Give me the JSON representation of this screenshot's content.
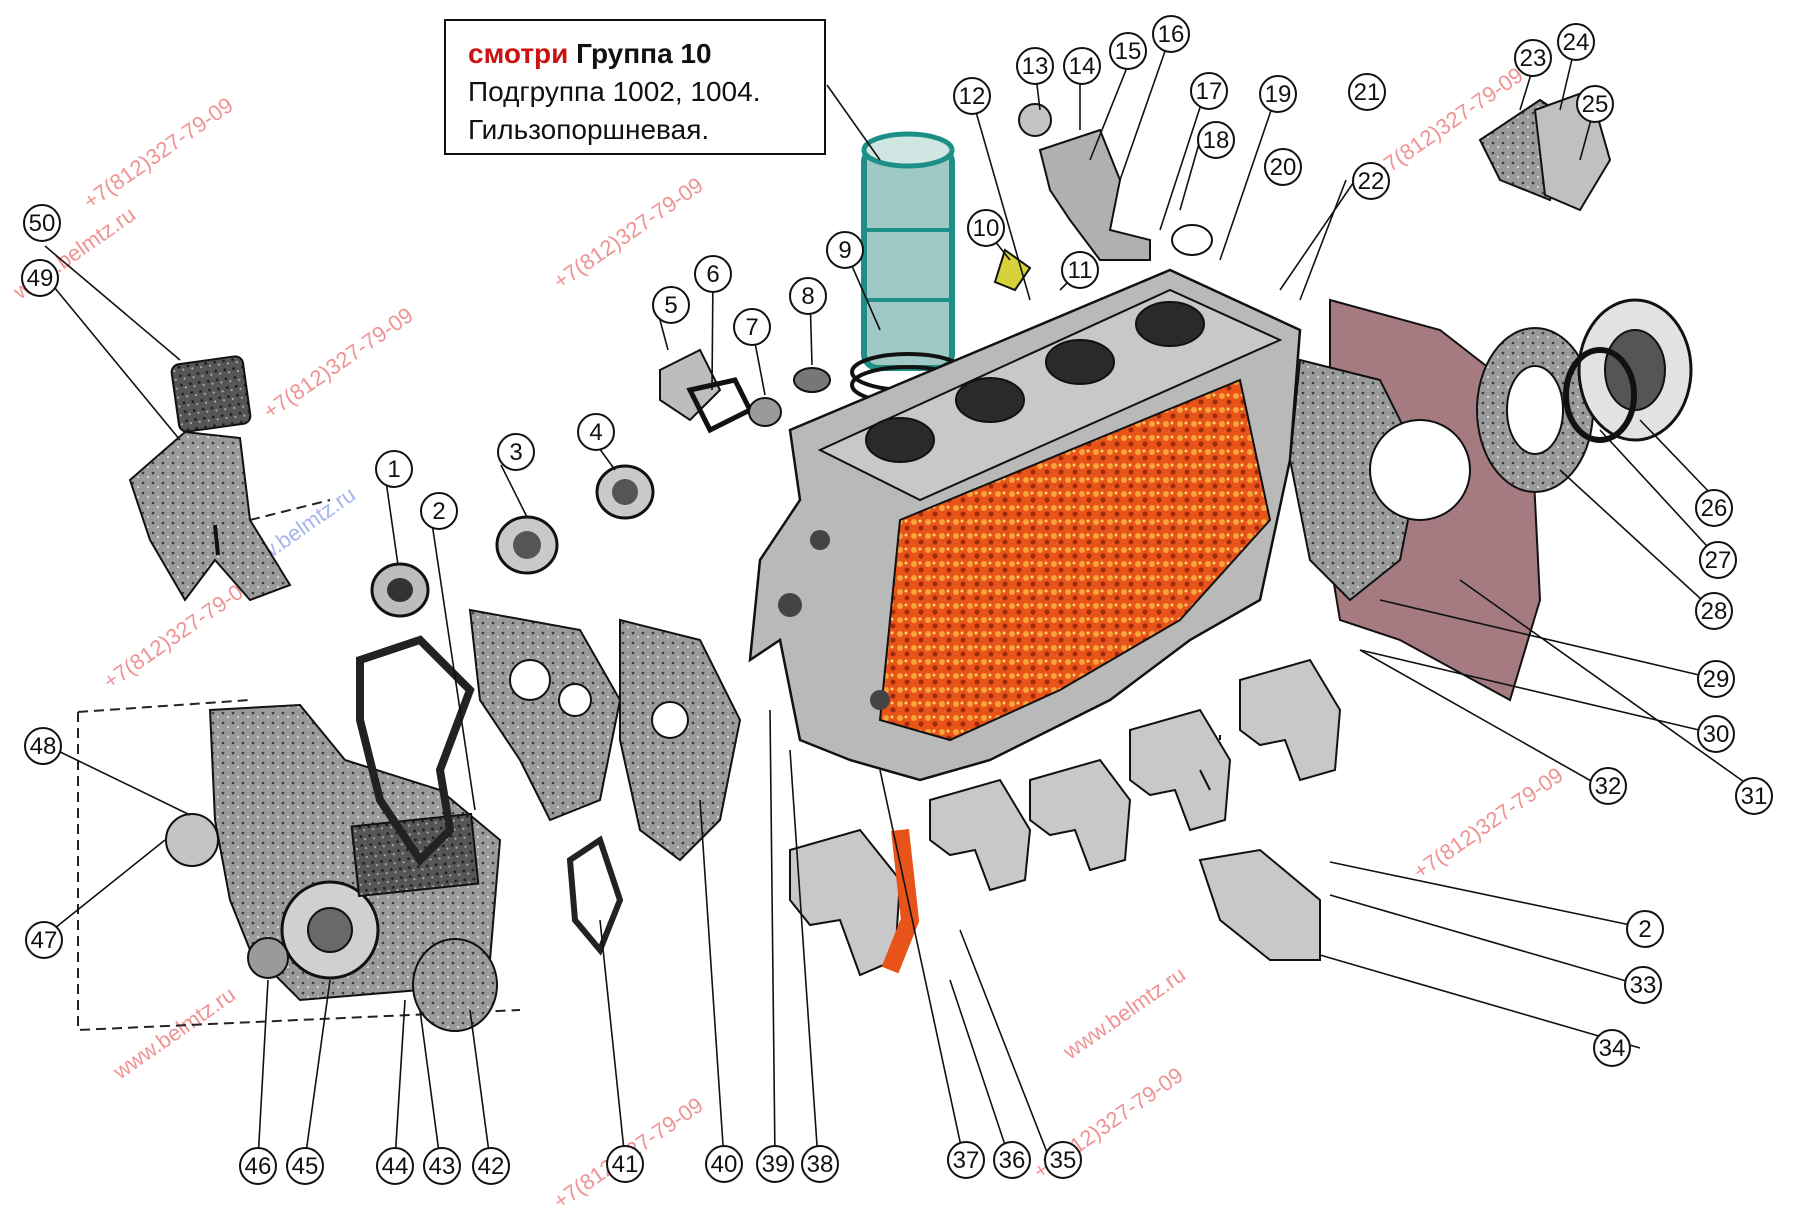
{
  "callout": {
    "prefix": "смотри",
    "group": "Группа 10",
    "line2": "Подгруппа 1002, 1004.",
    "line3": "Гильзопоршневая."
  },
  "watermarks": {
    "phone": "+7(812)327-79-09",
    "site": "www.belmtz.ru"
  },
  "part_numbers": [
    "1",
    "2",
    "3",
    "4",
    "5",
    "6",
    "7",
    "8",
    "9",
    "10",
    "11",
    "12",
    "13",
    "14",
    "15",
    "16",
    "17",
    "18",
    "19",
    "20",
    "21",
    "22",
    "23",
    "24",
    "25",
    "26",
    "27",
    "28",
    "29",
    "30",
    "31",
    "32",
    "33",
    "34",
    "35",
    "36",
    "37",
    "38",
    "39",
    "40",
    "41",
    "42",
    "43",
    "44",
    "45",
    "46",
    "47",
    "48",
    "49",
    "50"
  ],
  "second_2": "2",
  "colors": {
    "block_gray": "#b9b9b9",
    "block_hot": "#e8531a",
    "liner_teal": "#1d8f86",
    "watermark_red": "#e23b3b",
    "watermark_blue": "#3b5bd6"
  }
}
